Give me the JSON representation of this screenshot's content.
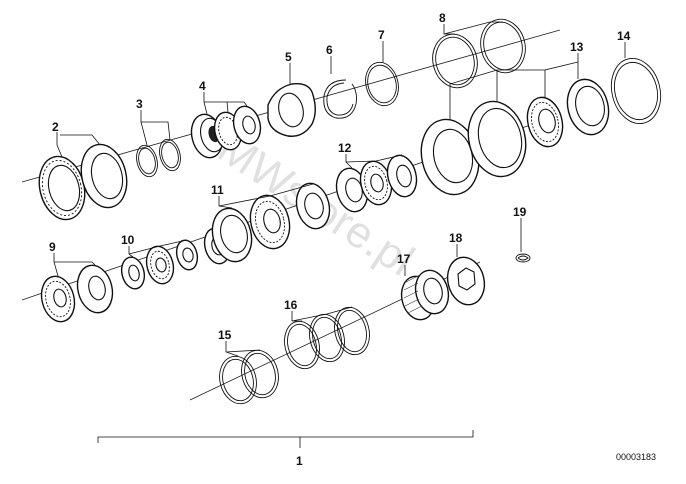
{
  "diagram": {
    "part_labels": [
      "1",
      "2",
      "3",
      "4",
      "5",
      "6",
      "7",
      "8",
      "9",
      "10",
      "11",
      "12",
      "13",
      "14",
      "15",
      "16",
      "17",
      "18",
      "19"
    ],
    "reference_code": "00003183",
    "watermark": "BMWstore.pl"
  }
}
